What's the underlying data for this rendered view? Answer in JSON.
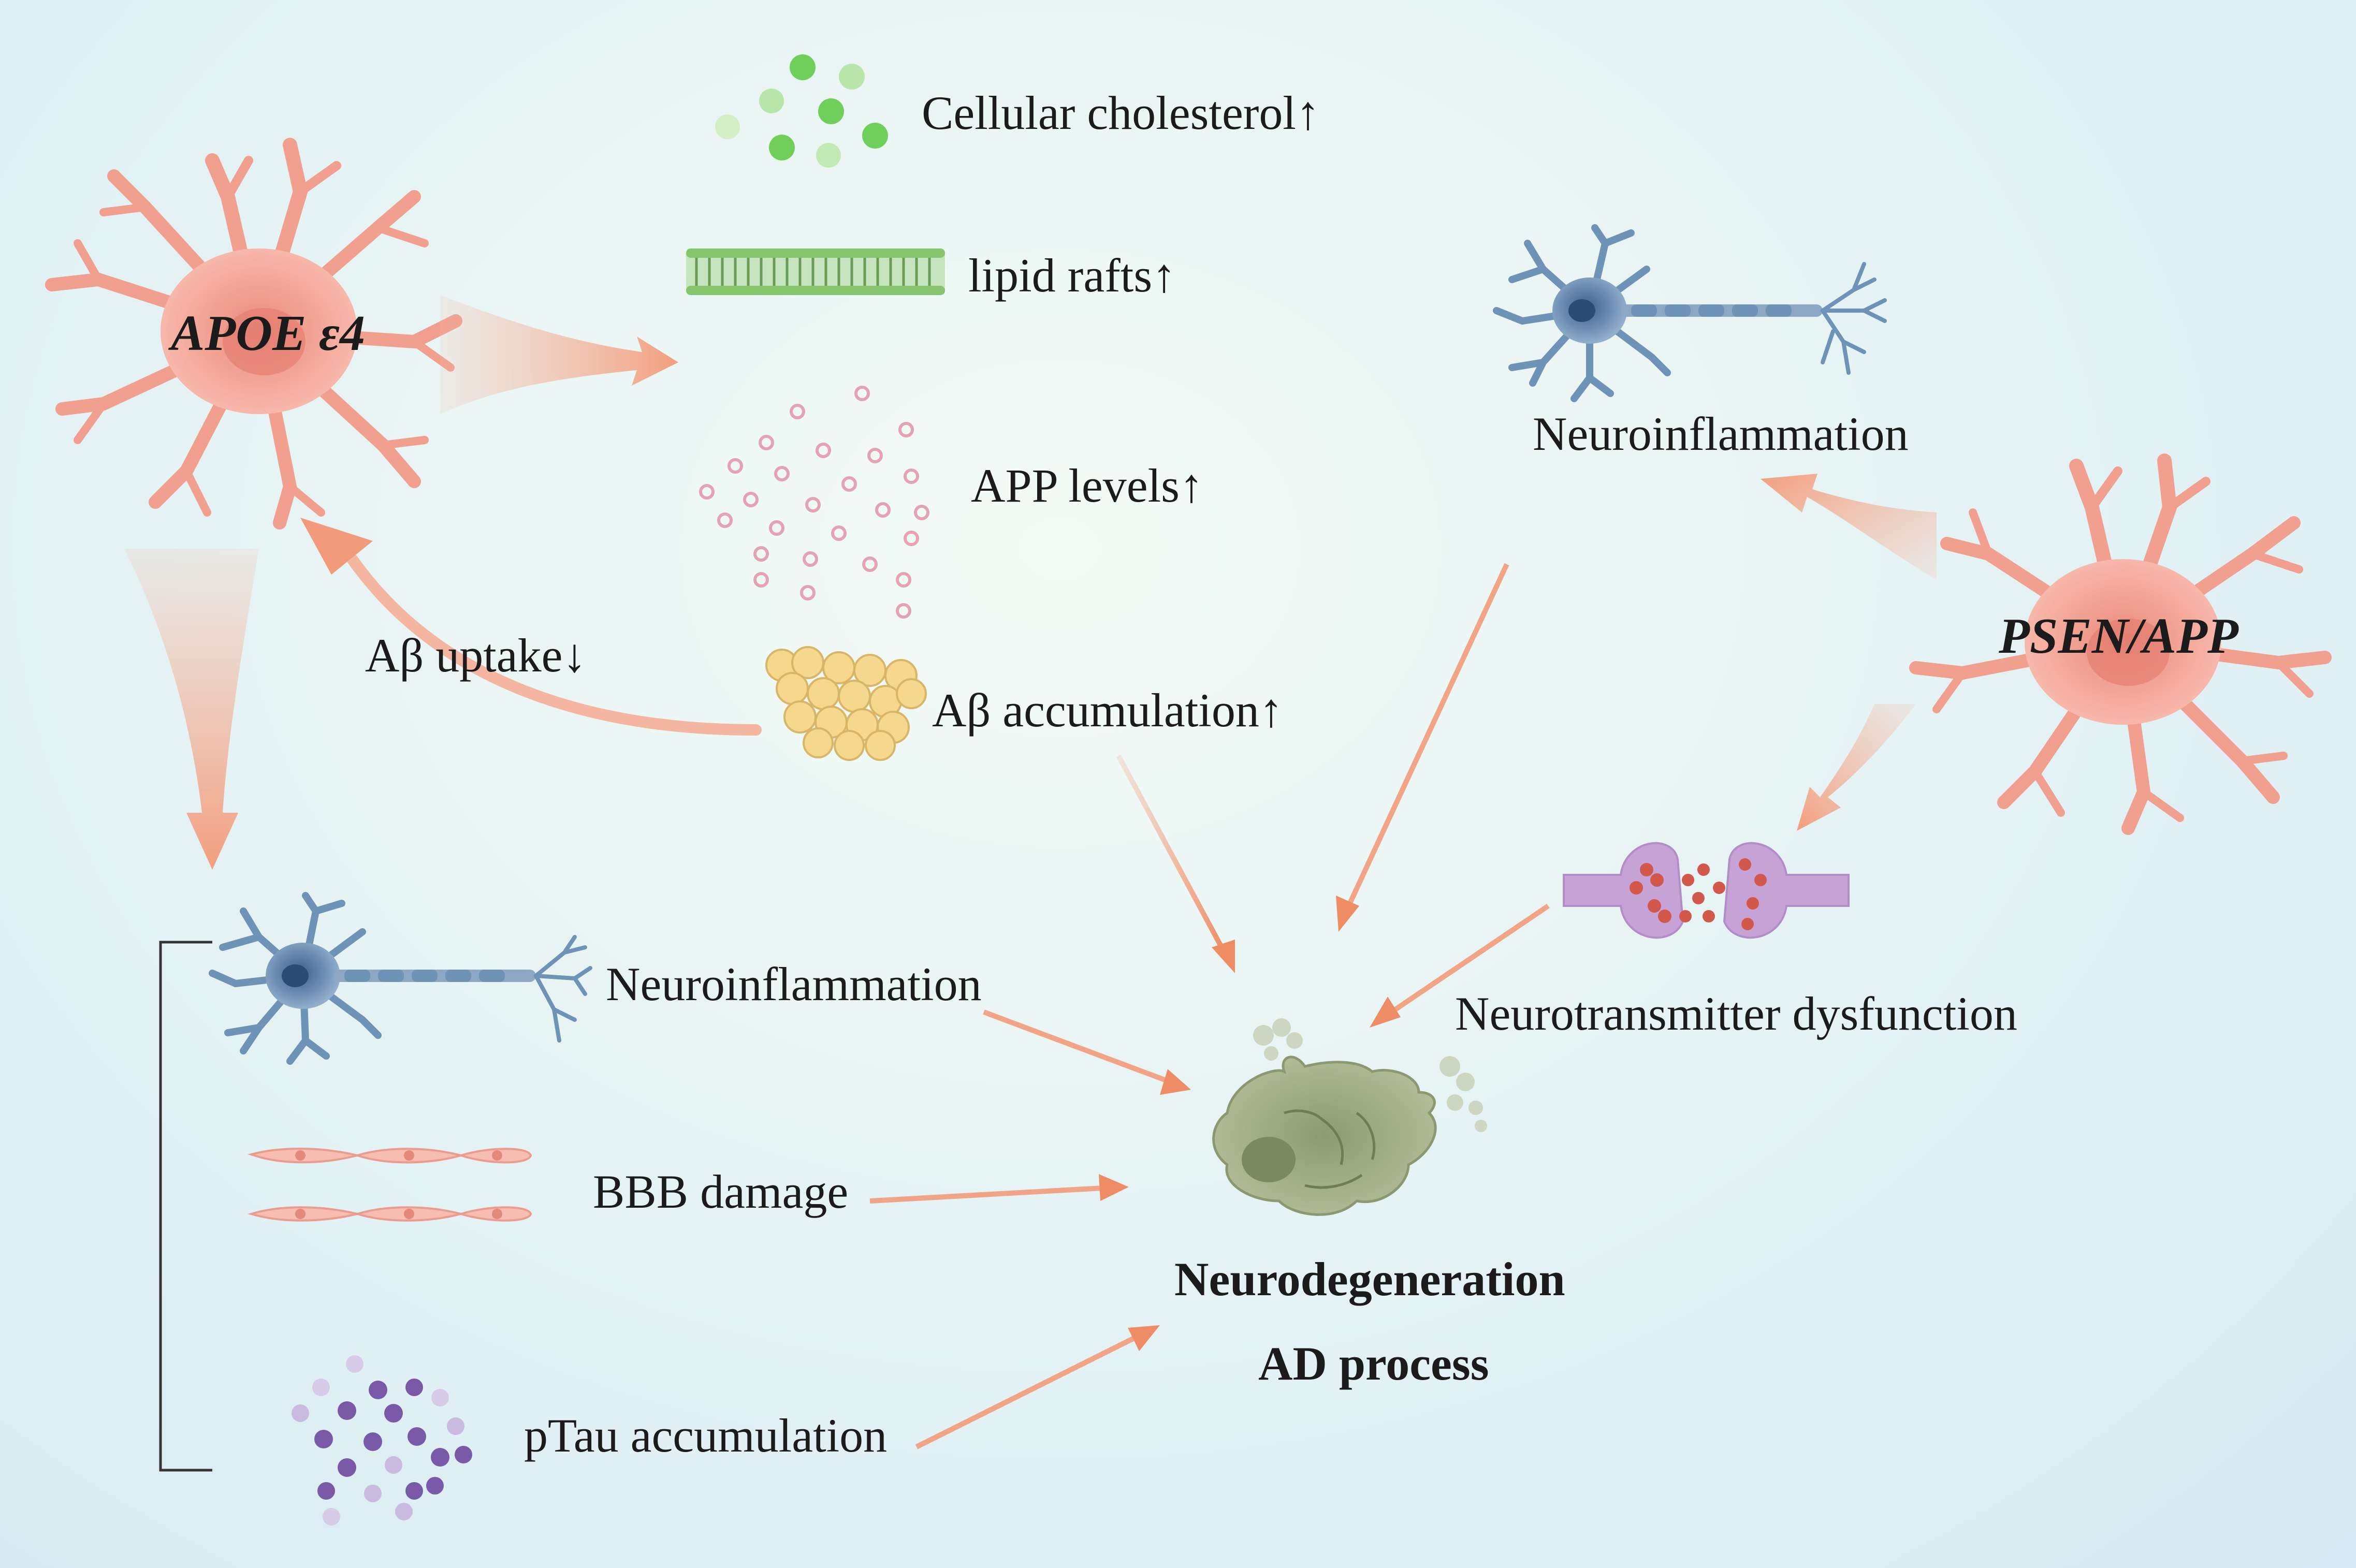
{
  "diagram": {
    "genes": {
      "apoe": "APOE ε4",
      "psen": "PSEN/APP"
    },
    "effects": {
      "cholesterol": "Cellular cholesterol↑",
      "lipid_rafts": "lipid rafts↑",
      "app_levels": "APP levels↑",
      "abeta_accumulation": "Aβ accumulation↑",
      "abeta_uptake": "Aβ uptake↓"
    },
    "right": {
      "neuroinflammation": "Neuroinflammation",
      "neurotransmitter": "Neurotransmitter dysfunction"
    },
    "bottom_left": {
      "neuroinflammation": "Neuroinflammation",
      "bbb": "BBB damage",
      "ptau": "pTau accumulation"
    },
    "outcome": {
      "line1": "Neurodegeneration",
      "line2": "AD process"
    }
  },
  "colors": {
    "astrocyte": "#f2a698",
    "astrocyte_dark": "#e07a6c",
    "arrow": "#f0a080",
    "neuron": "#6f93b6",
    "cholesterol": "#7fd468",
    "abeta": "#f4d68c",
    "ptau": "#8a6fb3",
    "synapse": "#c8a6d6",
    "degenerating": "#a4b08a"
  }
}
